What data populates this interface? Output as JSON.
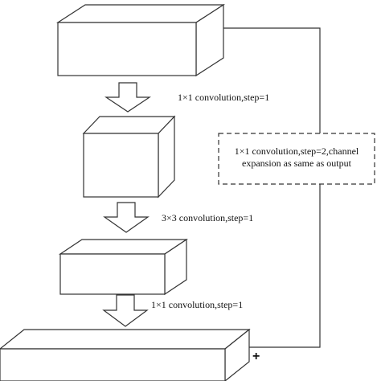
{
  "labels": {
    "conv1": "1×1 convolution,step=1",
    "conv2": "3×3 convolution,step=1",
    "conv3": "1×1 convolution,step=1",
    "shortcut_line1": "1×1 convolution,step=2,channel",
    "shortcut_line2": "expansion as same as output",
    "plus": "+"
  },
  "colors": {
    "stroke": "#333333",
    "fill": "#ffffff",
    "text": "#111111"
  }
}
